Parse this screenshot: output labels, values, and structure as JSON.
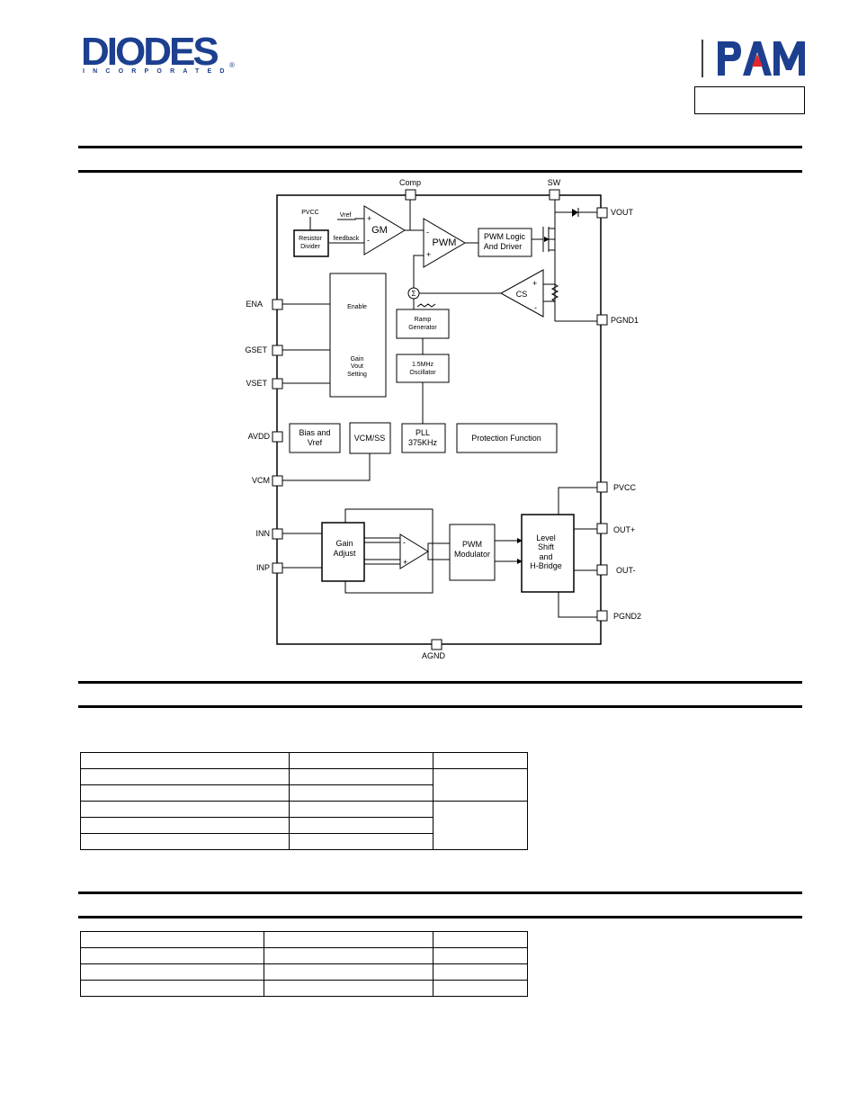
{
  "header": {
    "diodes_logo": {
      "word": "DIODES",
      "sub": "INCORPORATED",
      "reg": "®",
      "color": "#1d3f8f"
    },
    "pam_logo": {
      "text": "PAM",
      "color": "#1d3f8f",
      "accent": "#e3262f"
    },
    "part_number": ""
  },
  "block_diagram": {
    "pins": {
      "comp": "Comp",
      "sw": "SW",
      "vout": "VOUT",
      "pgnd1": "PGND1",
      "ena": "ENA",
      "gset": "GSET",
      "vset": "VSET",
      "avdd": "AVDD",
      "vcm": "VCM",
      "pvcc": "PVCC",
      "out_plus": "OUT+",
      "out_minus": "OUT-",
      "pgnd2": "PGND2",
      "inn": "INN",
      "inp": "INP",
      "agnd": "AGND"
    },
    "blocks": {
      "pvcc_label": "PVCC",
      "resistor_divider": [
        "Resistor",
        "Divider"
      ],
      "vref": "Vref",
      "feedback": "feedback",
      "gm": "GM",
      "pwm": "PWM",
      "pwm_logic": [
        "PWM Logic",
        "And Driver"
      ],
      "cs": "CS",
      "ramp_generator": [
        "Ramp",
        "Generator"
      ],
      "oscillator": [
        "1.5MHz",
        "Oscillator"
      ],
      "enable": "Enable",
      "gain_vout_setting": [
        "Gain",
        "Vout",
        "Setting"
      ],
      "bias_vref": [
        "Bias and",
        "Vref"
      ],
      "vcm_ss": "VCM/SS",
      "pll": [
        "PLL",
        "375KHz"
      ],
      "protection": "Protection Function",
      "gain_adjust": [
        "Gain",
        "Adjust"
      ],
      "pwm_modulator": [
        "PWM",
        "Modulator"
      ],
      "level_shift": [
        "Level",
        "Shift",
        "and",
        "H-Bridge"
      ],
      "plus": "+",
      "minus": "-"
    }
  },
  "table1": {
    "rows": [
      [
        "",
        "",
        ""
      ],
      [
        "",
        "",
        ""
      ],
      [
        "",
        ""
      ],
      [
        "",
        "",
        ""
      ],
      [
        "",
        ""
      ],
      [
        "",
        ""
      ]
    ]
  },
  "table2": {
    "rows": [
      [
        "",
        "",
        ""
      ],
      [
        "",
        "",
        ""
      ],
      [
        "",
        "",
        ""
      ],
      [
        "",
        "",
        ""
      ]
    ]
  }
}
